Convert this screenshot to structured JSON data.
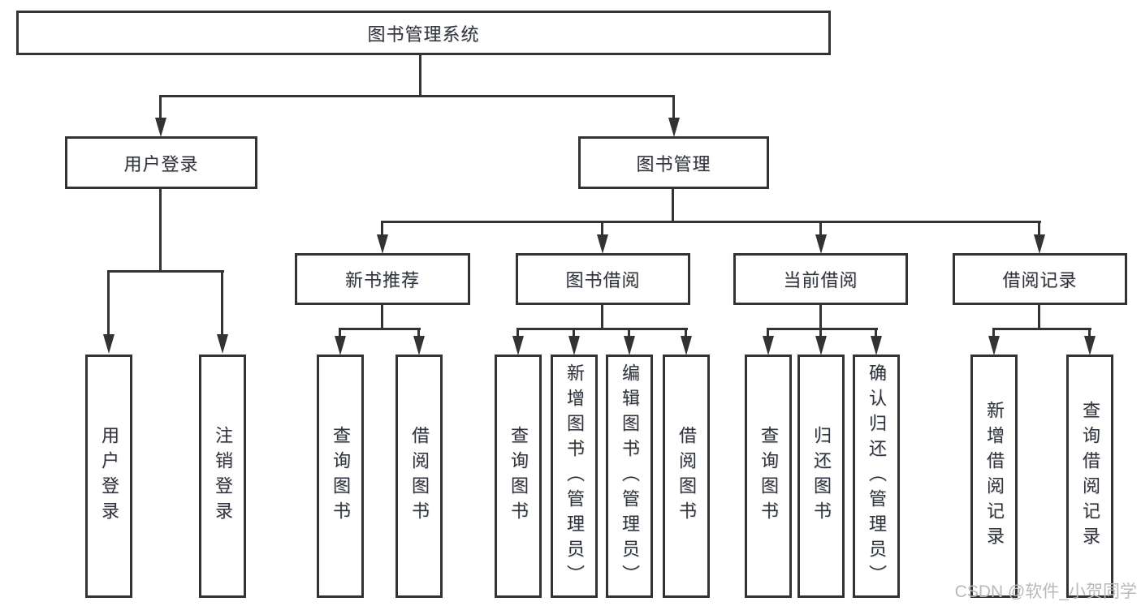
{
  "tree": {
    "root": "图书管理系统",
    "branches": [
      {
        "label": "用户登录",
        "leaves": [
          "用户登录",
          "注销登录"
        ]
      },
      {
        "label": "图书管理",
        "groups": [
          {
            "label": "新书推荐",
            "leaves": [
              "查询图书",
              "借阅图书"
            ]
          },
          {
            "label": "图书借阅",
            "leaves": [
              "查询图书",
              "新增图书（管理员）",
              "编辑图书（管理员）",
              "借阅图书"
            ]
          },
          {
            "label": "当前借阅",
            "leaves": [
              "查询图书",
              "归还图书",
              "确认归还（管理员）"
            ]
          },
          {
            "label": "借阅记录",
            "leaves": [
              "新增借阅记录",
              "查询借阅记录"
            ]
          }
        ]
      }
    ]
  },
  "watermark": {
    "text": "CSDN @软件_小贺同学"
  },
  "colors": {
    "line": "#333333",
    "text": "#333333",
    "watermark": "#b9b9b9",
    "background": "#ffffff"
  }
}
